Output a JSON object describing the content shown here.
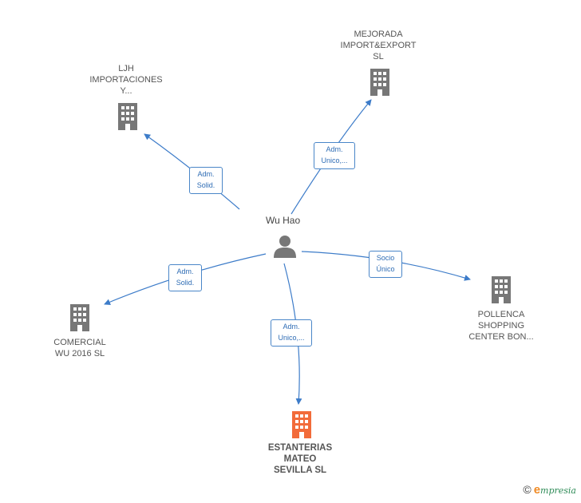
{
  "person": {
    "name": "Wu Hao",
    "icon": "person-icon"
  },
  "companies": [
    {
      "id": "ljh",
      "label": "LJH\nIMPORTACIONES\nY...",
      "icon": "building-icon",
      "color": "#777777"
    },
    {
      "id": "mejorada",
      "label": "MEJORADA\nIMPORT&EXPORT\nSL",
      "icon": "building-icon",
      "color": "#777777"
    },
    {
      "id": "pollenca",
      "label": "POLLENCA\nSHOPPING\nCENTER BON...",
      "icon": "building-icon",
      "color": "#777777"
    },
    {
      "id": "comercial",
      "label": "COMERCIAL\nWU 2016  SL",
      "icon": "building-icon",
      "color": "#777777"
    },
    {
      "id": "estanterias",
      "label": "ESTANTERIAS\nMATEO\nSEVILLA  SL",
      "icon": "building-icon",
      "color": "#f26b3a"
    }
  ],
  "edges": [
    {
      "target": "ljh",
      "label": "Adm.\nSolid."
    },
    {
      "target": "mejorada",
      "label": "Adm.\nUnico,..."
    },
    {
      "target": "pollenca",
      "label": "Socio\nÚnico"
    },
    {
      "target": "comercial",
      "label": "Adm.\nSolid."
    },
    {
      "target": "estanterias",
      "label": "Adm.\nUnico,..."
    }
  ],
  "colors": {
    "edge": "#3d7cc9",
    "person": "#777777"
  },
  "footer": {
    "copyright": "©",
    "brand_initial": "e",
    "brand_rest": "mpresia"
  }
}
